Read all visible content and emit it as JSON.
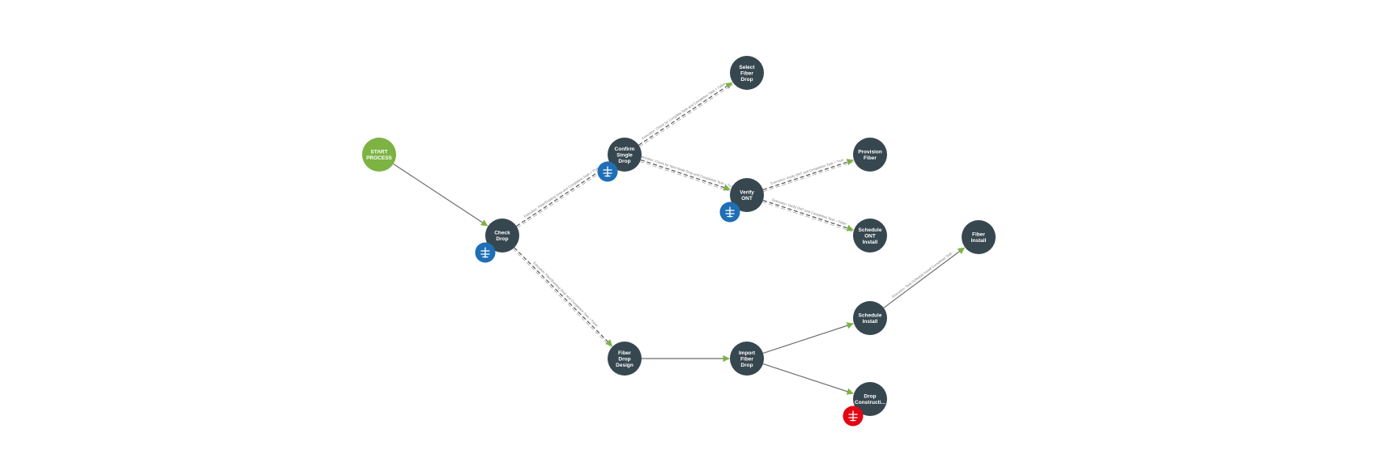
{
  "diagram": {
    "nodes": [
      {
        "id": "start",
        "label": [
          "START",
          "PROCESS"
        ],
        "kind": "start"
      },
      {
        "id": "check",
        "label": [
          "Check",
          "Drop"
        ],
        "kind": "task"
      },
      {
        "id": "confirm",
        "label": [
          "Confirm",
          "Single",
          "Drop"
        ],
        "kind": "task"
      },
      {
        "id": "select",
        "label": [
          "Select",
          "Fiber",
          "Drop"
        ],
        "kind": "task"
      },
      {
        "id": "verify",
        "label": [
          "Verify",
          "ONT"
        ],
        "kind": "task"
      },
      {
        "id": "provision",
        "label": [
          "Provision",
          "Fiber"
        ],
        "kind": "task"
      },
      {
        "id": "schedont",
        "label": [
          "Schedule",
          "ONT",
          "Install"
        ],
        "kind": "task"
      },
      {
        "id": "design",
        "label": [
          "Fiber",
          "Drop",
          "Design"
        ],
        "kind": "task"
      },
      {
        "id": "import",
        "label": [
          "Import",
          "Fiber",
          "Drop"
        ],
        "kind": "task"
      },
      {
        "id": "schedinst",
        "label": [
          "Schedule",
          "Install"
        ],
        "kind": "task"
      },
      {
        "id": "install",
        "label": [
          "Fiber",
          "Install"
        ],
        "kind": "task"
      },
      {
        "id": "dropcon",
        "label": [
          "Drop",
          "Constructi..."
        ],
        "kind": "task"
      }
    ],
    "edges": [
      {
        "from": "start",
        "to": "check",
        "style": "solid",
        "label": ""
      },
      {
        "from": "check",
        "to": "confirm",
        "style": "dashed",
        "label": "Execution: Fiber/Existing Drop and Completion Task = True"
      },
      {
        "from": "check",
        "to": "design",
        "style": "dashed",
        "label": "Execution: Fiber/Existing Drop and Completion Task = False"
      },
      {
        "from": "confirm",
        "to": "select",
        "style": "dashed",
        "label": "Execution: Check for Complete Task and Completion Task = False"
      },
      {
        "from": "confirm",
        "to": "verify",
        "style": "dashed",
        "label": "Execution: Check for Next Node Drop and Completion Task = True"
      },
      {
        "from": "verify",
        "to": "provision",
        "style": "dashed",
        "label": "Execution: Verify ONT and Completion Task = True"
      },
      {
        "from": "verify",
        "to": "schedont",
        "style": "dashed",
        "label": "Execution: Verify ONT and Completion Task = False"
      },
      {
        "from": "design",
        "to": "import",
        "style": "solid",
        "label": ""
      },
      {
        "from": "import",
        "to": "schedinst",
        "style": "solid",
        "label": ""
      },
      {
        "from": "import",
        "to": "dropcon",
        "style": "solid",
        "label": ""
      },
      {
        "from": "schedinst",
        "to": "install",
        "style": "solid",
        "label": "Execution: Task Schedule Install Completed Task"
      }
    ],
    "badges": [
      {
        "node": "check",
        "color": "#1e6fb5",
        "icon": "gateway-icon"
      },
      {
        "node": "confirm",
        "color": "#1e6fb5",
        "icon": "gateway-icon"
      },
      {
        "node": "verify",
        "color": "#1e6fb5",
        "icon": "gateway-icon"
      },
      {
        "node": "dropcon",
        "color": "#e30613",
        "icon": "gateway-icon"
      }
    ],
    "colors": {
      "task": "#37474f",
      "start": "#7cb342",
      "arrowhead": "#7cb342"
    }
  }
}
